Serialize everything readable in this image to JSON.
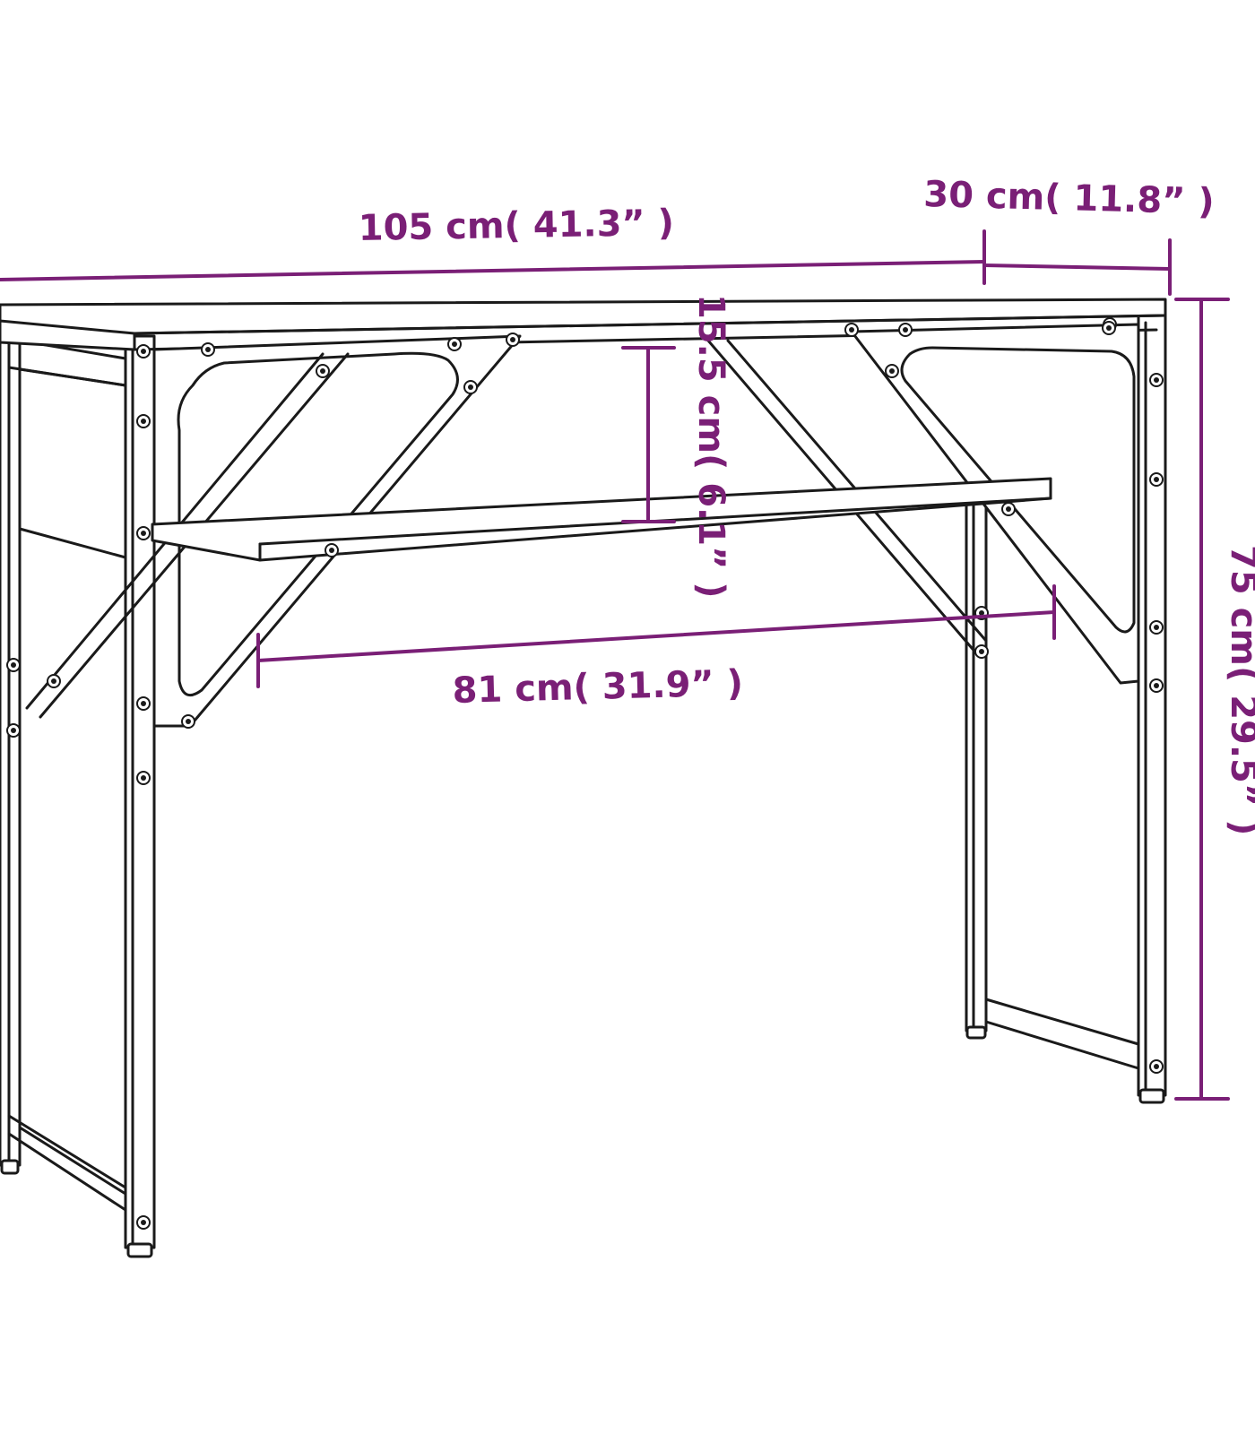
{
  "colors": {
    "dimension": "#7a1f76",
    "outline": "#1a1a1a",
    "background": "#ffffff"
  },
  "dimensions": {
    "width": "105 cm( 41.3” )",
    "depth": "30 cm( 11.8” )",
    "shelf_gap": "15.5 cm( 6.1” )",
    "shelf_width": "81 cm( 31.9” )",
    "height": "75 cm( 29.5” )"
  }
}
